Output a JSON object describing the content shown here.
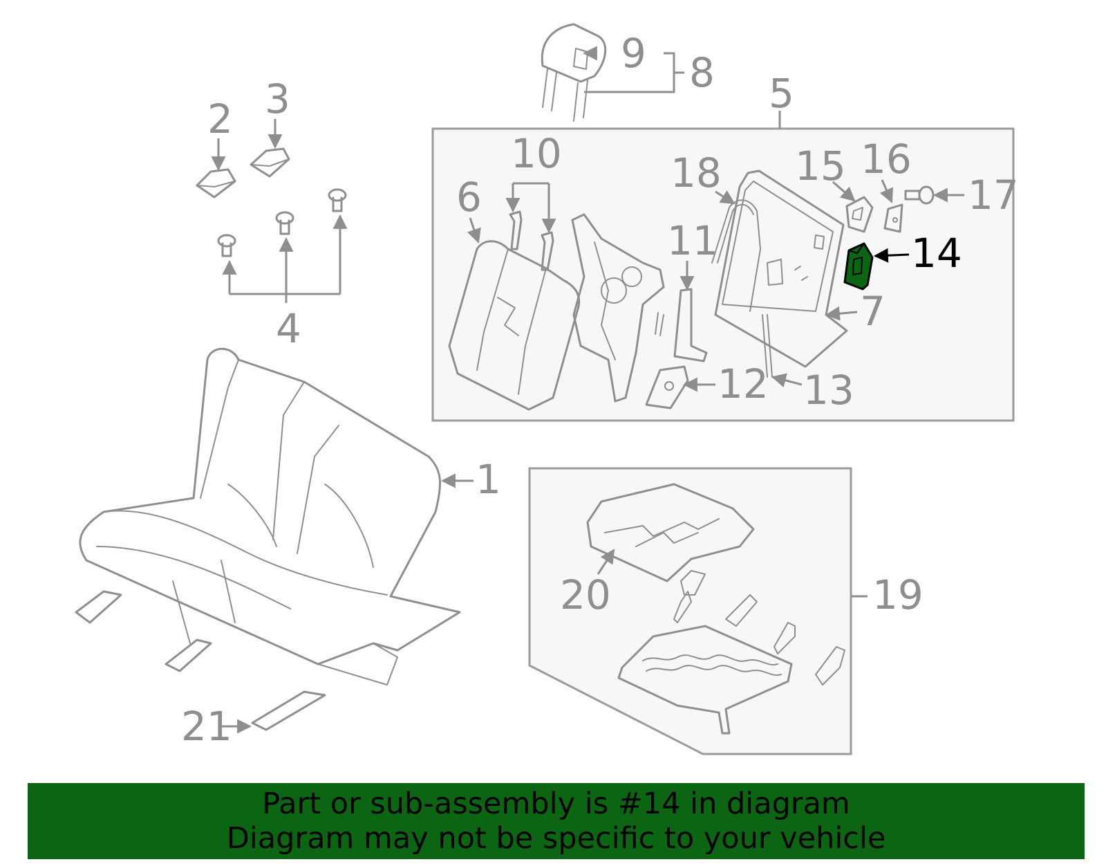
{
  "diagram": {
    "highlight_color": "#0b6512",
    "highlighted_part": "14",
    "callouts": [
      {
        "id": "c1",
        "text": "1"
      },
      {
        "id": "c2",
        "text": "2"
      },
      {
        "id": "c3",
        "text": "3"
      },
      {
        "id": "c4",
        "text": "4"
      },
      {
        "id": "c5",
        "text": "5"
      },
      {
        "id": "c6",
        "text": "6"
      },
      {
        "id": "c7",
        "text": "7"
      },
      {
        "id": "c8",
        "text": "8"
      },
      {
        "id": "c9",
        "text": "9"
      },
      {
        "id": "c10",
        "text": "10"
      },
      {
        "id": "c11",
        "text": "11"
      },
      {
        "id": "c12",
        "text": "12"
      },
      {
        "id": "c13",
        "text": "13"
      },
      {
        "id": "c14",
        "text": "14"
      },
      {
        "id": "c15",
        "text": "15"
      },
      {
        "id": "c16",
        "text": "16"
      },
      {
        "id": "c17",
        "text": "17"
      },
      {
        "id": "c18",
        "text": "18"
      },
      {
        "id": "c19",
        "text": "19"
      },
      {
        "id": "c20",
        "text": "20"
      },
      {
        "id": "c21",
        "text": "21"
      }
    ]
  },
  "banner": {
    "line1": "Part or sub-assembly is #14 in diagram",
    "line2": "Diagram may not be specific to your vehicle",
    "background": "#0b6512"
  }
}
